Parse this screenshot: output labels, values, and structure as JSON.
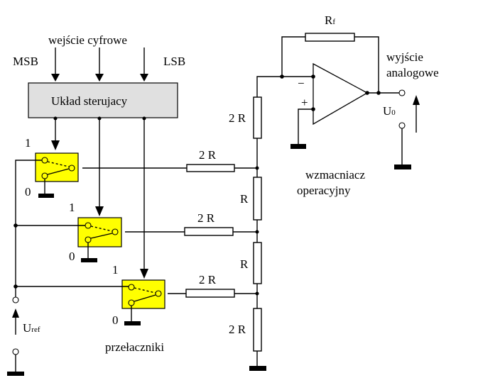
{
  "labels": {
    "digital_input": "wejście cyfrowe",
    "msb": "MSB",
    "lsb": "LSB",
    "control_block": "Układ sterujacy",
    "rf": "R",
    "rf_sub": "f",
    "output": [
      "wyjście",
      "analogowe"
    ],
    "u0": "U",
    "u0_sub": "0",
    "opamp": [
      "wzmacniacz",
      "operacyjny"
    ],
    "minus": "−",
    "plus": "+",
    "uref": "U",
    "uref_sub": "ref",
    "switches": "przełaczniki",
    "r2_ladder_top": "2 R",
    "r_ladder_1": "R",
    "r_ladder_2": "R",
    "r2_ladder_bottom": "2 R",
    "r2_branch": [
      "2 R",
      "2 R",
      "2 R"
    ],
    "switch_one": [
      "1",
      "1",
      "1"
    ],
    "switch_zero": [
      "0",
      "0",
      "0"
    ]
  },
  "colors": {
    "switch_fill": "#ffff00",
    "block_fill": "#e0e0e0"
  }
}
